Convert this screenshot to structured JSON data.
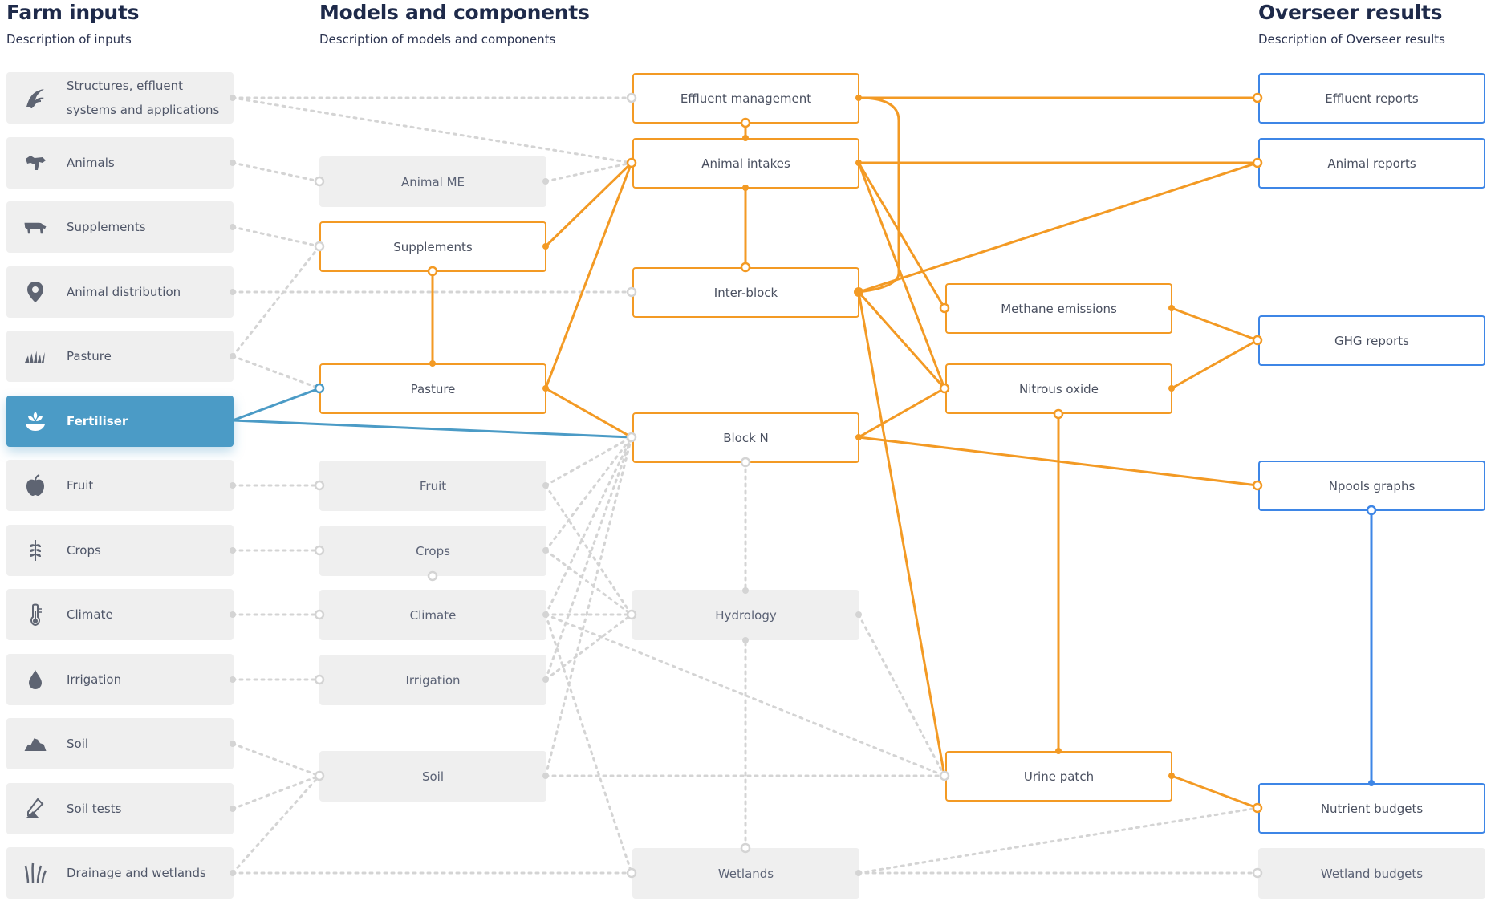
{
  "columns": {
    "inputs": {
      "title": "Farm inputs",
      "link": "Description of inputs"
    },
    "models": {
      "title": "Models and components",
      "link": "Description of models and components"
    },
    "results": {
      "title": "Overseer results",
      "link": "Description of Overseer results"
    }
  },
  "farm_inputs": [
    {
      "label": "Structures, effluent systems and applications",
      "icon": "effluent-icon",
      "active": false
    },
    {
      "label": "Animals",
      "icon": "animals-icon",
      "active": false
    },
    {
      "label": "Supplements",
      "icon": "supplements-icon",
      "active": false
    },
    {
      "label": "Animal distribution",
      "icon": "location-pin-icon",
      "active": false
    },
    {
      "label": "Pasture",
      "icon": "pasture-icon",
      "active": false
    },
    {
      "label": "Fertiliser",
      "icon": "fertiliser-icon",
      "active": true
    },
    {
      "label": "Fruit",
      "icon": "apple-icon",
      "active": false
    },
    {
      "label": "Crops",
      "icon": "crops-icon",
      "active": false
    },
    {
      "label": "Climate",
      "icon": "thermometer-icon",
      "active": false
    },
    {
      "label": "Irrigation",
      "icon": "water-drop-icon",
      "active": false
    },
    {
      "label": "Soil",
      "icon": "soil-icon",
      "active": false
    },
    {
      "label": "Soil tests",
      "icon": "soil-tests-icon",
      "active": false
    },
    {
      "label": "Drainage and wetlands",
      "icon": "wetland-grass-icon",
      "active": false
    }
  ],
  "components": {
    "animal_me": "Animal ME",
    "supplements": "Supplements",
    "pasture": "Pasture",
    "fruit": "Fruit",
    "crops": "Crops",
    "climate": "Climate",
    "irrigation": "Irrigation",
    "soil": "Soil"
  },
  "models": {
    "effluent_management": "Effluent management",
    "animal_intakes": "Animal intakes",
    "inter_block": "Inter-block",
    "block_n": "Block N",
    "hydrology": "Hydrology",
    "wetlands": "Wetlands",
    "methane_emissions": "Methane emissions",
    "nitrous_oxide": "Nitrous oxide",
    "urine_patch": "Urine patch"
  },
  "results": {
    "effluent_reports": "Effluent reports",
    "animal_reports": "Animal reports",
    "ghg_reports": "GHG reports",
    "npools_graphs": "Npools graphs",
    "nutrient_budgets": "Nutrient budgets",
    "wetland_budgets": "Wetland budgets"
  },
  "colors": {
    "active_input": "#4b9bc6",
    "orange_link": "#f39a24",
    "blue_link": "#3e86e6",
    "inactive_link": "#d4d4d4",
    "heading": "#1e2a4a"
  }
}
